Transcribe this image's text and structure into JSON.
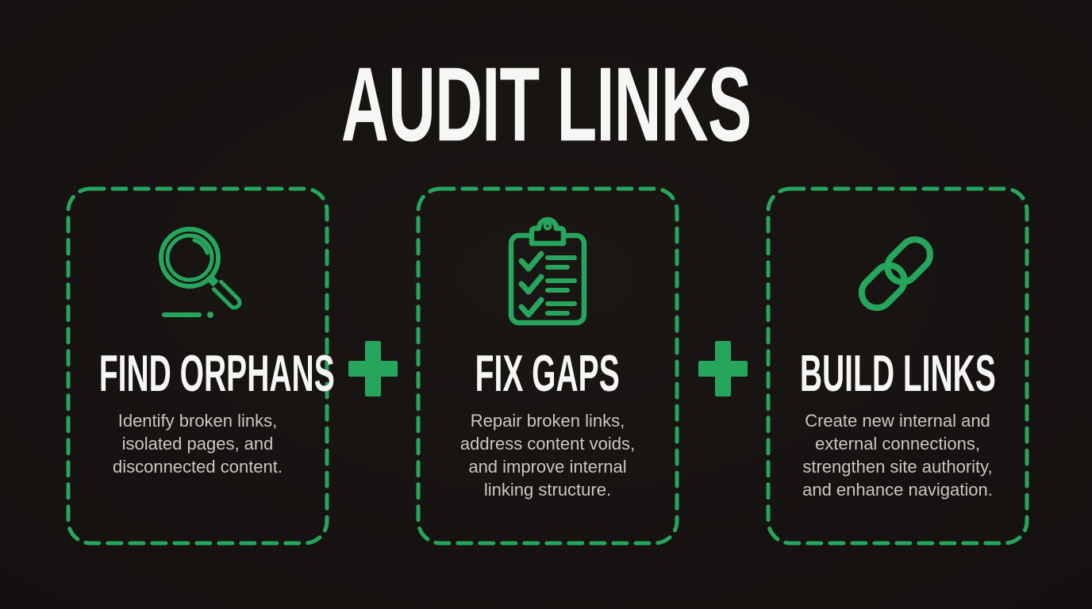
{
  "page": {
    "title": "AUDIT LINKS"
  },
  "colors": {
    "background": "#151110",
    "green": "#26a55c",
    "heading_text": "#f6f6f5",
    "body_text": "#c9c6c3"
  },
  "cards": [
    {
      "icon": "magnifying-glass-icon",
      "title": "FIND ORPHANS",
      "description": "Identify broken links,\nisolated pages, and\ndisconnected content."
    },
    {
      "icon": "clipboard-checklist-icon",
      "title": "FIX GAPS",
      "description": "Repair broken links,\naddress content voids,\nand improve internal\nlinking structure."
    },
    {
      "icon": "chain-link-icon",
      "title": "BUILD LINKS",
      "description": "Create new internal and\nexternal connections,\nstrengthen site authority,\nand enhance navigation."
    }
  ],
  "separators": [
    {
      "symbol": "+"
    },
    {
      "symbol": "+"
    }
  ]
}
